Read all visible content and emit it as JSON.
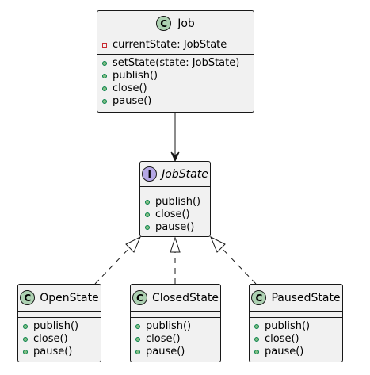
{
  "diagram": {
    "classes": [
      {
        "id": "job",
        "kind": "class",
        "badge": "C",
        "name": "Job",
        "attributes": [
          {
            "visibility": "private",
            "text": "currentState: JobState"
          }
        ],
        "methods": [
          {
            "visibility": "public",
            "text": "setState(state: JobState)"
          },
          {
            "visibility": "public",
            "text": "publish()"
          },
          {
            "visibility": "public",
            "text": "close()"
          },
          {
            "visibility": "public",
            "text": "pause()"
          }
        ]
      },
      {
        "id": "jobstate",
        "kind": "interface",
        "badge": "I",
        "name": "JobState",
        "attributes": [],
        "methods": [
          {
            "visibility": "public",
            "text": "publish()"
          },
          {
            "visibility": "public",
            "text": "close()"
          },
          {
            "visibility": "public",
            "text": "pause()"
          }
        ]
      },
      {
        "id": "openstate",
        "kind": "class",
        "badge": "C",
        "name": "OpenState",
        "attributes": [],
        "methods": [
          {
            "visibility": "public",
            "text": "publish()"
          },
          {
            "visibility": "public",
            "text": "close()"
          },
          {
            "visibility": "public",
            "text": "pause()"
          }
        ]
      },
      {
        "id": "closedstate",
        "kind": "class",
        "badge": "C",
        "name": "ClosedState",
        "attributes": [],
        "methods": [
          {
            "visibility": "public",
            "text": "publish()"
          },
          {
            "visibility": "public",
            "text": "close()"
          },
          {
            "visibility": "public",
            "text": "pause()"
          }
        ]
      },
      {
        "id": "pausedstate",
        "kind": "class",
        "badge": "C",
        "name": "PausedState",
        "attributes": [],
        "methods": [
          {
            "visibility": "public",
            "text": "publish()"
          },
          {
            "visibility": "public",
            "text": "close()"
          },
          {
            "visibility": "public",
            "text": "pause()"
          }
        ]
      }
    ],
    "relations": [
      {
        "from": "job",
        "to": "jobstate",
        "type": "association"
      },
      {
        "from": "openstate",
        "to": "jobstate",
        "type": "realization"
      },
      {
        "from": "closedstate",
        "to": "jobstate",
        "type": "realization"
      },
      {
        "from": "pausedstate",
        "to": "jobstate",
        "type": "realization"
      }
    ],
    "colors": {
      "class_fill": "#f1f1f1",
      "border": "#181818",
      "class_badge": "#add1b2",
      "interface_badge": "#b4a7e5",
      "public_fill": "#84be84",
      "public_stroke": "#038048",
      "private_stroke": "#c82930"
    }
  }
}
